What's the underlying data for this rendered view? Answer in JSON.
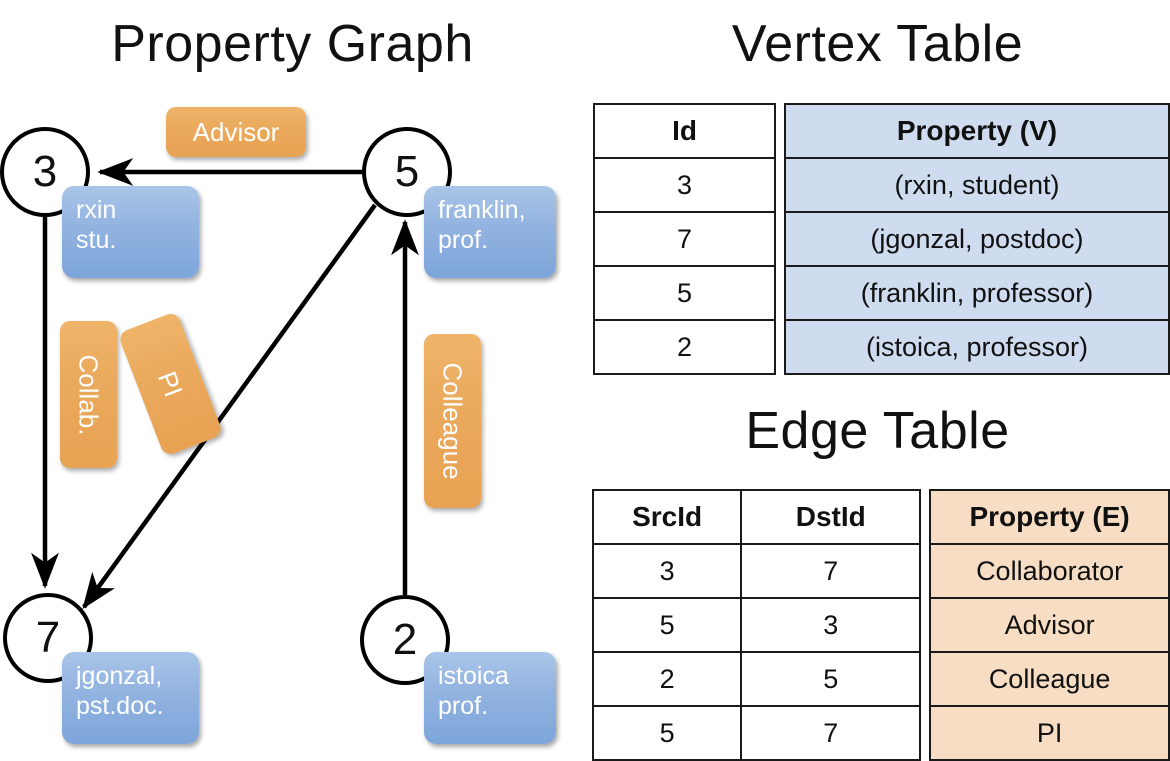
{
  "titles": {
    "graph": "Property Graph",
    "vertex_table": "Vertex Table",
    "edge_table": "Edge Table"
  },
  "colors": {
    "vertex_property_fill": "#cfdcef",
    "edge_property_fill": "#f6ddc3",
    "vertex_box_fill": "#92b3e0",
    "edge_label_fill": "#eaa95c",
    "border": "#1a1a1a"
  },
  "graph": {
    "nodes": [
      {
        "id": "3",
        "property_line1": "rxin",
        "property_line2": "stu."
      },
      {
        "id": "5",
        "property_line1": "franklin,",
        "property_line2": "prof."
      },
      {
        "id": "7",
        "property_line1": "jgonzal,",
        "property_line2": "pst.doc."
      },
      {
        "id": "2",
        "property_line1": "istoica",
        "property_line2": "prof."
      }
    ],
    "edge_labels": [
      {
        "name": "advisor",
        "text": "Advisor"
      },
      {
        "name": "collab",
        "text": "Collab."
      },
      {
        "name": "pi",
        "text": "PI"
      },
      {
        "name": "colleague",
        "text": "Colleague"
      }
    ],
    "edges": [
      {
        "src": "5",
        "dst": "3",
        "label": "Advisor"
      },
      {
        "src": "3",
        "dst": "7",
        "label": "Collab."
      },
      {
        "src": "5",
        "dst": "7",
        "label": "PI"
      },
      {
        "src": "2",
        "dst": "5",
        "label": "Colleague"
      }
    ]
  },
  "vertex_table": {
    "headers": [
      "Id",
      "Property (V)"
    ],
    "rows": [
      {
        "id": "3",
        "property": "(rxin, student)"
      },
      {
        "id": "7",
        "property": "(jgonzal, postdoc)"
      },
      {
        "id": "5",
        "property": "(franklin, professor)"
      },
      {
        "id": "2",
        "property": "(istoica, professor)"
      }
    ]
  },
  "edge_table": {
    "headers": [
      "SrcId",
      "DstId",
      "Property (E)"
    ],
    "rows": [
      {
        "src": "3",
        "dst": "7",
        "property": "Collaborator"
      },
      {
        "src": "5",
        "dst": "3",
        "property": "Advisor"
      },
      {
        "src": "2",
        "dst": "5",
        "property": "Colleague"
      },
      {
        "src": "5",
        "dst": "7",
        "property": "PI"
      }
    ]
  }
}
